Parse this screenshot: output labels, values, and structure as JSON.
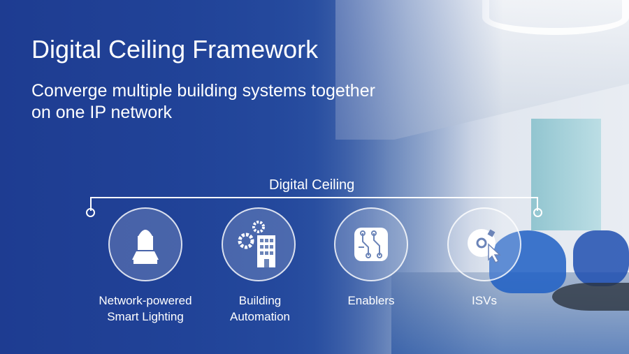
{
  "title": "Digital Ceiling Framework",
  "subtitle": "Converge multiple building systems together on one IP network",
  "bracket_label": "Digital Ceiling",
  "items": [
    {
      "label": "Network-powered Smart Lighting",
      "icon": "light-fixture-icon"
    },
    {
      "label": "Building Automation",
      "icon": "building-gears-icon"
    },
    {
      "label": "Enablers",
      "icon": "circuit-chip-icon"
    },
    {
      "label": "ISVs",
      "icon": "disc-cursor-icon"
    }
  ]
}
